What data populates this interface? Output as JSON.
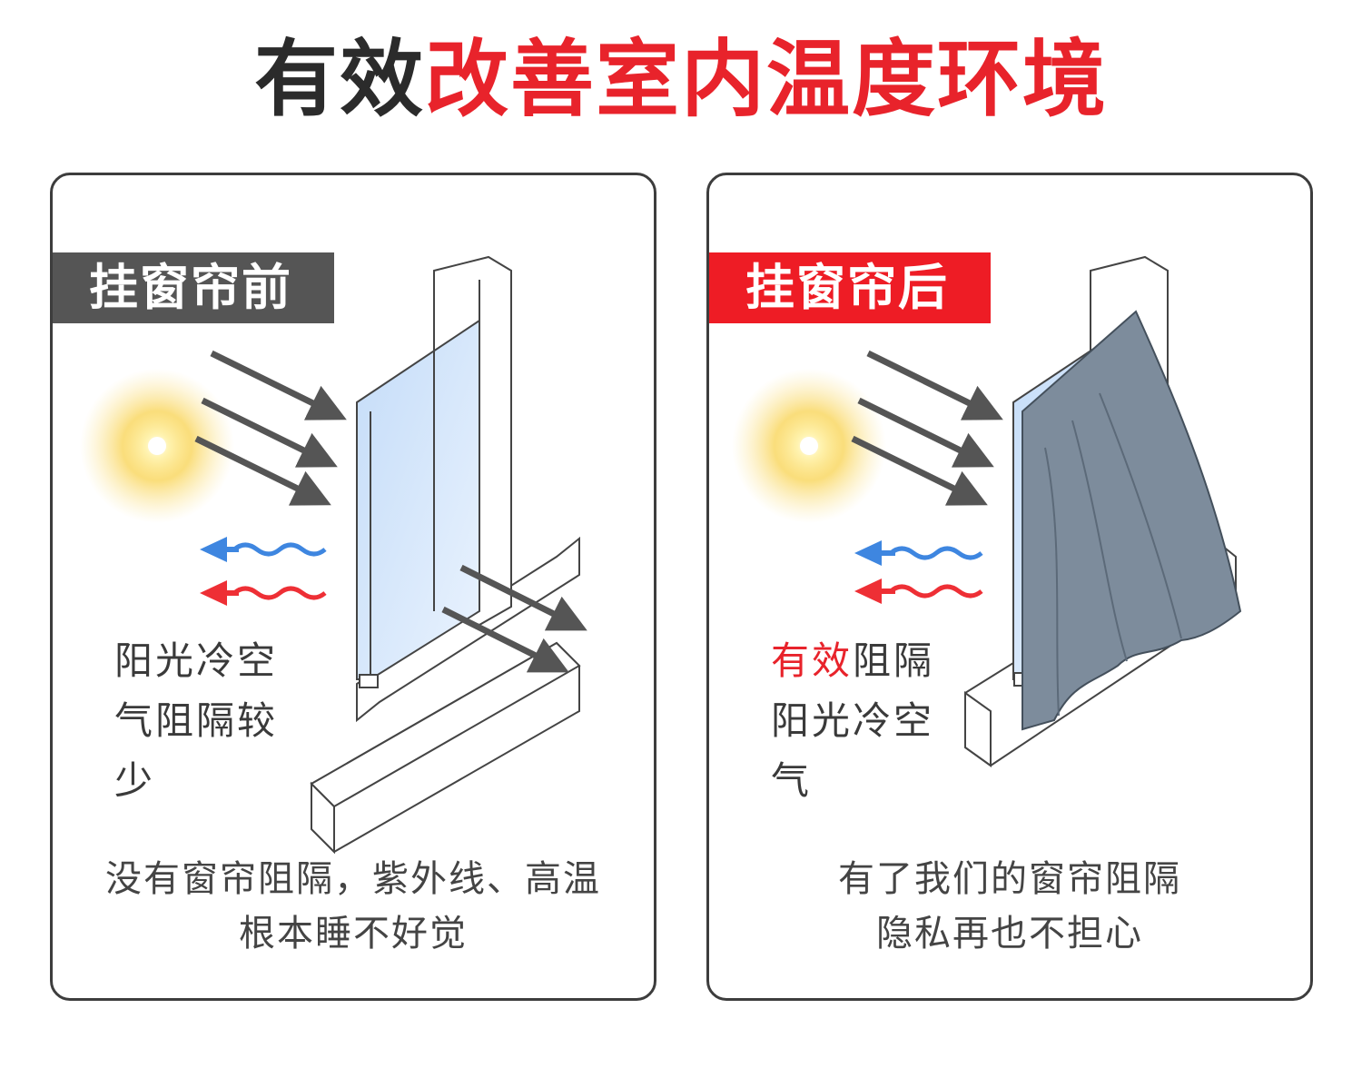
{
  "headline": {
    "dark": "有效",
    "accent": "改善室内温度环境"
  },
  "before": {
    "tag": "挂窗帘前",
    "side_text": "阳光冷空\n气阻隔较\n少",
    "caption_line1": "没有窗帘阻隔，紫外线、高温",
    "caption_line2": "根本睡不好觉"
  },
  "after": {
    "tag": "挂窗帘后",
    "side_text_red": "有效",
    "side_text_rest": "阻隔\n阳光冷空\n气",
    "caption_line1": "有了我们的窗帘阻隔",
    "caption_line2": "隐私再也不担心"
  },
  "colors": {
    "accent": "#e8232b",
    "tag_before": "#555555",
    "tag_after": "#ee1c25",
    "curtain": "#7d8c9c",
    "glass": "#d6e6fa",
    "cold_wave": "#3e86e0",
    "hot_wave": "#ee2f35",
    "sun": "#f6c945"
  },
  "icons": [
    "sun-icon",
    "sunlight-arrow-icon",
    "cold-air-wave-icon",
    "hot-air-wave-icon",
    "window-icon",
    "curtain-icon"
  ]
}
